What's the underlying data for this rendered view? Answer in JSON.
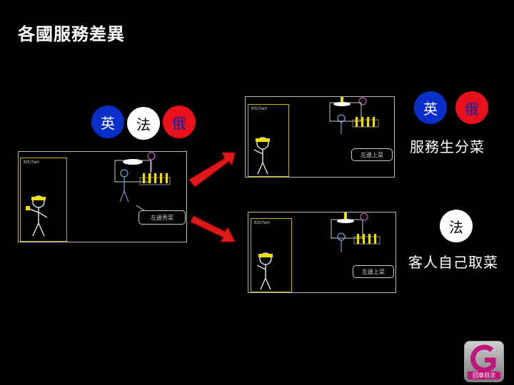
{
  "title": "各國服務差異",
  "left_circles": [
    "英",
    "法",
    "俄"
  ],
  "right_top_circles": [
    "英",
    "俄"
  ],
  "right_top_caption": "服務生分菜",
  "right_bottom_circle": "法",
  "right_bottom_caption": "客人自己取菜",
  "panels": {
    "kitchen_label": "Kitchen",
    "main_bubble": "左邊秀菜",
    "top_bubble": "左邊上菜",
    "bottom_bubble": "左邊上菜"
  },
  "logo_label": "回章目次"
}
